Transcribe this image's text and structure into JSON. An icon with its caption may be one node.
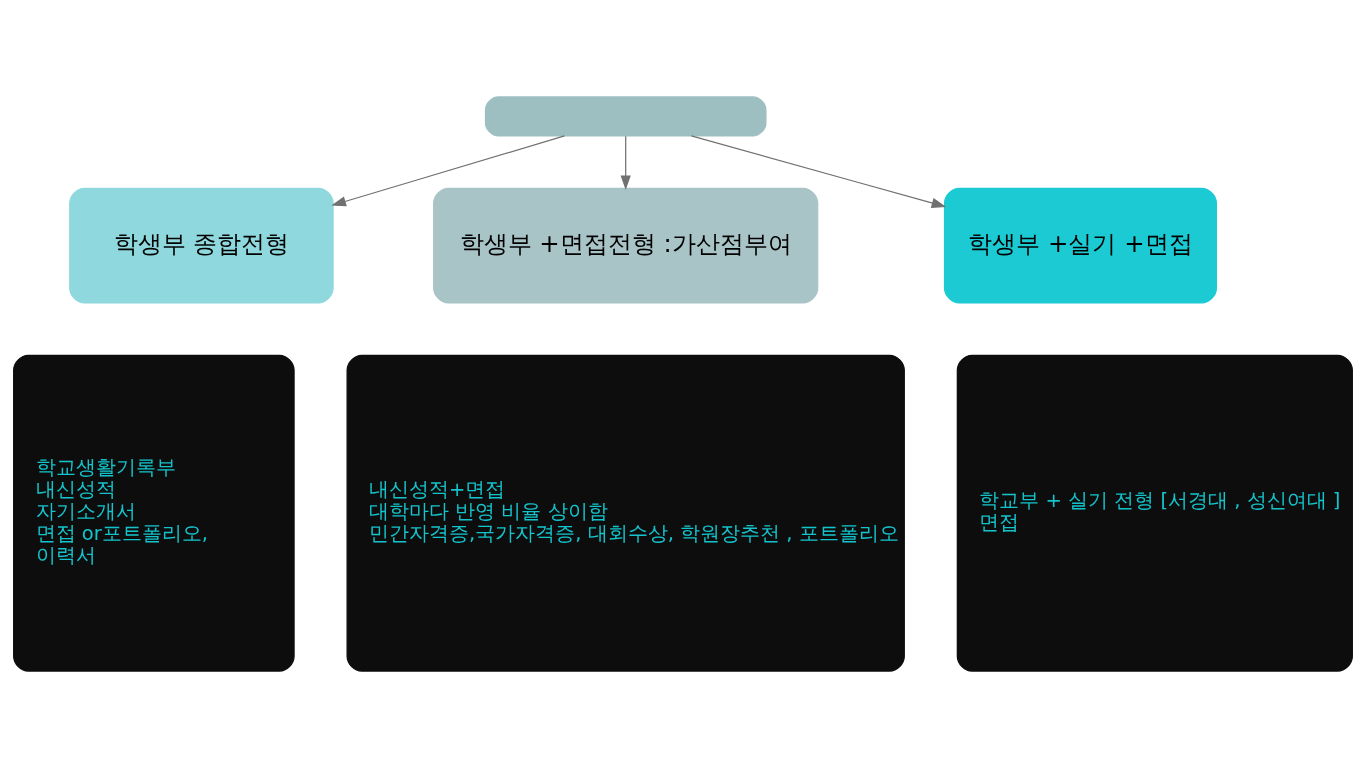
{
  "diagram": {
    "nodes": [
      {
        "text": [],
        "shape": "box"
      },
      {
        "text": [
          "학생부 종합전형"
        ]
      },
      {
        "text": [
          "학생부 +면접전형 :가산점부여"
        ]
      },
      {
        "text": [
          "학생부 +실기 +면접"
        ]
      },
      {
        "text": [
          "학교생활기록부",
          "내신성적",
          "자기소개서",
          "면접 or포트폴리오,",
          "이력서"
        ]
      },
      {
        "text": [
          "내신성적+면접",
          "대학마다 반영 비율 상이함",
          "민간자격증,국가자격증, 대회수상, 학원장추천 , 포트폴리오"
        ]
      },
      {
        "text": [
          "학교부 + 실기 전형 [서경대 , 성신여대 ]",
          "면접"
        ]
      }
    ],
    "edges": [
      {
        "from": 0,
        "to": 1,
        "arrow": "to"
      },
      {
        "from": 0,
        "to": 2,
        "arrow": "to"
      },
      {
        "from": 0,
        "to": 3,
        "arrow": "to"
      }
    ]
  }
}
